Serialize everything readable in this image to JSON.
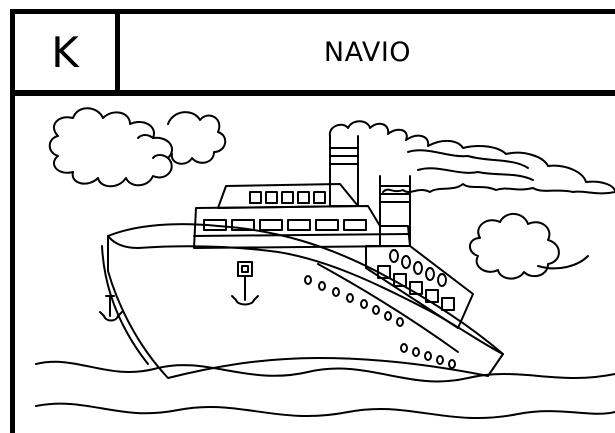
{
  "card": {
    "letter": "K",
    "word": "NAVIO"
  },
  "illustration": {
    "subject_icon": "ship-drawing",
    "elements": [
      "clouds",
      "ship",
      "smokestacks",
      "smoke",
      "anchors",
      "portholes",
      "waves"
    ]
  },
  "colors": {
    "ink": "#000000",
    "paper": "#ffffff"
  }
}
